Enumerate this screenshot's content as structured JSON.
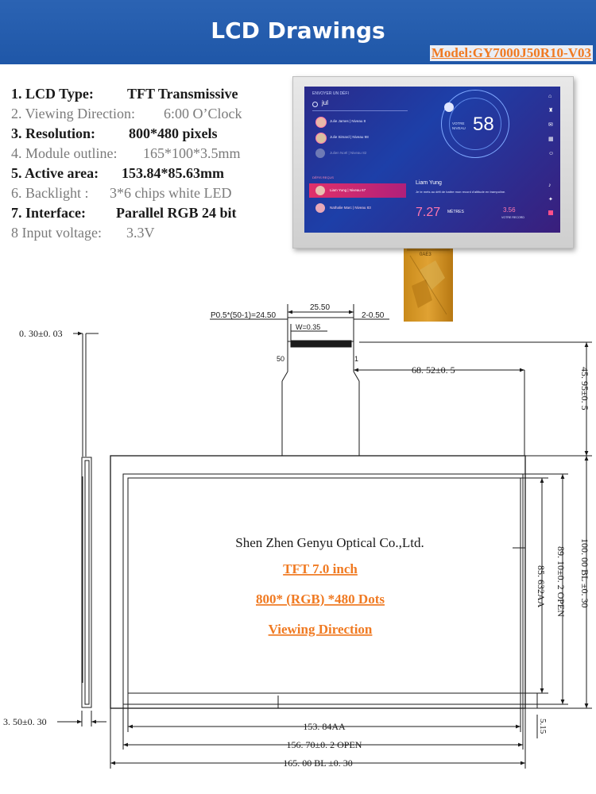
{
  "banner": {
    "title": "LCD Drawings",
    "model": "Model:GY7000J50R10-V03"
  },
  "specs": [
    {
      "label": "1. LCD Type:",
      "value": "TFT Transmissive",
      "style": "dark"
    },
    {
      "label": "2. Viewing Direction:",
      "value": "6:00 O’Clock",
      "style": "light"
    },
    {
      "label": "3. Resolution:",
      "value": "800*480 pixels",
      "style": "dark"
    },
    {
      "label": "4. Module outline:",
      "value": "165*100*3.5mm",
      "style": "light"
    },
    {
      "label": "5. Active area:",
      "value": "153.84*85.63mm",
      "style": "dark"
    },
    {
      "label": "6. Backlight :",
      "value": "3*6 chips white LED",
      "style": "light"
    },
    {
      "label": "7. Interface:",
      "value": "Parallel RGB 24 bit",
      "style": "dark"
    },
    {
      "label": "8 Input voltage:",
      "value": "3.3V",
      "style": "light"
    }
  ],
  "photo": {
    "header": "ENVOYER UN DÉFI",
    "search": "jul",
    "contacts": [
      "Julie James | Niveau 8",
      "Julie Simard | Niveau 98",
      "Julien Noël | Niveau 82"
    ],
    "section": "DÉFIS REÇUS",
    "received": [
      "Liam Yung | Niveau 67",
      "Nathalie Marc | Niveau 83"
    ],
    "level_label": "VOTRE NIVEAU",
    "level": "58",
    "person": "Liam Yung",
    "message": "Je te mets au défi de battre mon record d'altitude en trampoline.",
    "meters": "7.27",
    "meters_label": "MÈTRES",
    "record": "3.56",
    "record_label": "VOTRE RECORD",
    "fpc_label": "0AE3"
  },
  "drawing": {
    "thickness": "0. 30±0. 03",
    "pitch": "P0.5*(50-1)=24.50",
    "fpc_width": "25.50",
    "fpc_offset": "2-0.50",
    "pin_width": "W=0.35",
    "pin_50": "50",
    "pin_1": "1",
    "fpc_pos": "68. 52±0. 5",
    "fpc_length": "45. 95±0. 5",
    "height_bl": "100. 00 BL ±0. 30",
    "height_open": "89. 10±0. 2 OPEN",
    "height_aa": "85. 632AA",
    "module_thickness": "3. 50±0. 30",
    "bottom_gap": "5.15",
    "width_aa": "153. 84AA",
    "width_open": "156. 70±0. 2 OPEN",
    "width_bl": "165. 00 BL ±0. 30",
    "company": "Shen Zhen Genyu Optical Co.,Ltd.",
    "line1": "TFT 7.0 inch",
    "line2": "800* (RGB) *480 Dots",
    "line3": "Viewing Direction"
  },
  "colors": {
    "banner": "#2060b0",
    "accent": "#f07a22",
    "line": "#1a1a1a"
  }
}
